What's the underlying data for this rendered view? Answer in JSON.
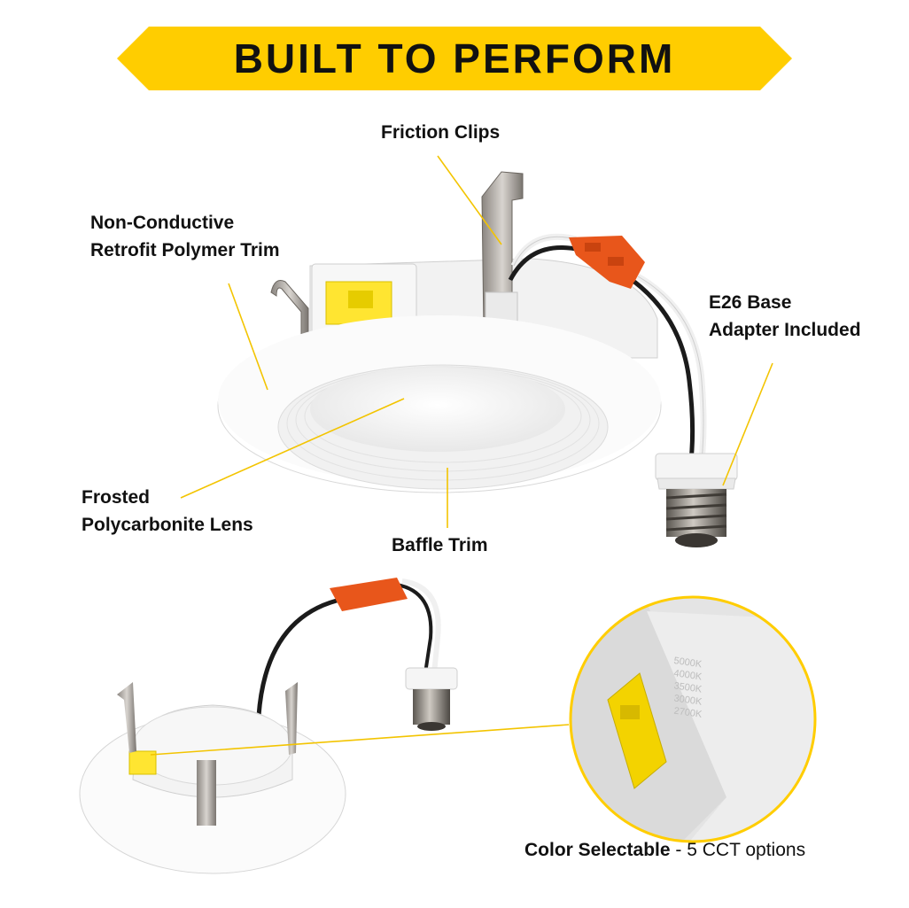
{
  "banner": {
    "title": "BUILT TO PERFORM"
  },
  "callouts": {
    "friction_clips": "Friction Clips",
    "trim_line1": "Non-Conductive",
    "trim_line2": "Retrofit Polymer Trim",
    "e26_line1": "E26 Base",
    "e26_line2": "Adapter Included",
    "lens_line1": "Frosted",
    "lens_line2": "Polycarbonite Lens",
    "baffle": "Baffle Trim"
  },
  "caption": {
    "bold": "Color Selectable",
    "rest": " - 5 CCT options"
  },
  "cct_options": [
    "5000K",
    "4000K",
    "3500K",
    "3000K",
    "2700K"
  ],
  "colors": {
    "accent_yellow": "#FFCD00",
    "connector_orange": "#E8561B",
    "text": "#111111"
  }
}
